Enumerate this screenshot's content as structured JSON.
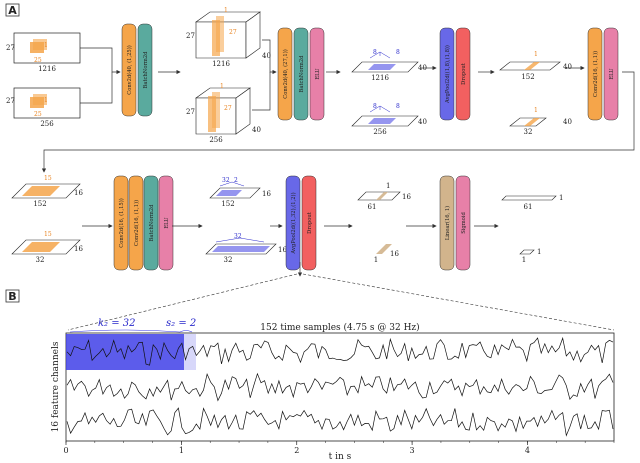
{
  "panel_a": {
    "label": "A",
    "row1": {
      "in_top": {
        "h": "27",
        "w": "1216",
        "k_h": "1",
        "k_w": "25"
      },
      "in_bot": {
        "h": "27",
        "w": "256",
        "k_h": "1",
        "k_w": "25"
      },
      "blocks1": [
        "Conv2d(40, (1,25))",
        "BatchNorm2d"
      ],
      "cube_top": {
        "h": "27",
        "w": "1216",
        "d": "40",
        "k_h": "27",
        "k_d": "1"
      },
      "cube_bot": {
        "h": "27",
        "w": "256",
        "d": "40",
        "k_h": "27",
        "k_d": "1"
      },
      "blocks2": [
        "Conv2d(40, (27,1))",
        "BatchNorm2d",
        "ELU"
      ],
      "plane_top": {
        "w": "1216",
        "d": "40",
        "k": "8",
        "s": "8"
      },
      "plane_bot": {
        "w": "256",
        "d": "40",
        "k": "8",
        "s": "8"
      },
      "blocks3": [
        "AvgPool2d((1,8),(1,8))",
        "Dropout"
      ],
      "res_top": {
        "w": "152",
        "d": "40",
        "k": "1"
      },
      "res_bot": {
        "w": "32",
        "d": "40",
        "k": "1"
      },
      "blocks4": [
        "Conv2d(16, (1,1))",
        "ELU"
      ]
    },
    "row2": {
      "in_top": {
        "w": "152",
        "d": "16",
        "k": "15"
      },
      "in_bot": {
        "w": "32",
        "d": "16",
        "k": "15"
      },
      "blocks1": [
        "Conv2d(16, (1,15))",
        "Conv2d(16, (1,1))",
        "BatchNorm2d",
        "ELU"
      ],
      "plane_top": {
        "w": "152",
        "d": "16",
        "k": "32",
        "s": "2"
      },
      "plane_bot": {
        "w": "32",
        "d": "16",
        "k": "32"
      },
      "blocks2": [
        "AvgPool2d((1,32),(1,2))",
        "Dropout"
      ],
      "res_top": {
        "w": "61",
        "d": "16",
        "k": "1"
      },
      "res_bot": {
        "w": "1",
        "d": "16"
      },
      "blocks3": [
        "Linear(16, 1)",
        "Sigmoid"
      ],
      "out_top": {
        "w": "61",
        "d": "1"
      },
      "out_bot": {
        "w": "1",
        "d": "1"
      }
    }
  },
  "panel_b": {
    "label": "B",
    "kernel_label": "k₂ = 32",
    "stride_label": "s₂ = 2",
    "samples_label": "152 time samples (4.75 s @ 32 Hz)",
    "ylabel": "16 feature channels",
    "xlabel": "t in s",
    "xticks": [
      "0",
      "1",
      "2",
      "3",
      "4"
    ]
  },
  "colors": {
    "orange": "#f5a54a",
    "teal": "#5aaa9e",
    "pink": "#e780a8",
    "blue": "#6868e8",
    "red": "#f26060",
    "tan": "#d2b48c",
    "highlight": "#3333e6"
  }
}
